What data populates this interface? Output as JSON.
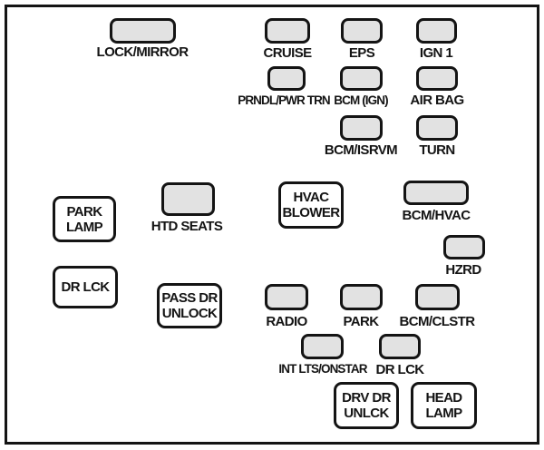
{
  "diagram_type": "fuse-box-diagram",
  "colors": {
    "background": "#ffffff",
    "line": "#141414",
    "fuse_fill": "#e2e2e2"
  },
  "fuses": [
    {
      "label": "LOCK/MIRROR"
    },
    {
      "label": "CRUISE"
    },
    {
      "label": "EPS"
    },
    {
      "label": "IGN 1"
    },
    {
      "label": "PRNDL/PWR TRN"
    },
    {
      "label": "BCM (IGN)"
    },
    {
      "label": "AIR BAG"
    },
    {
      "label": "BCM/ISRVM"
    },
    {
      "label": "TURN"
    },
    {
      "label": "HTD SEATS"
    },
    {
      "label": "BCM/HVAC"
    },
    {
      "label": "HZRD"
    },
    {
      "label": "RADIO"
    },
    {
      "label": "PARK"
    },
    {
      "label": "BCM/CLSTR"
    },
    {
      "label": "INT LTS/ONSTAR"
    },
    {
      "label": "DR LCK"
    }
  ],
  "relay_boxes": [
    {
      "lines": [
        "PARK",
        "LAMP"
      ]
    },
    {
      "lines": [
        "HVAC",
        "BLOWER"
      ]
    },
    {
      "lines": [
        "DR LCK"
      ]
    },
    {
      "lines": [
        "PASS DR",
        "UNLOCK"
      ]
    },
    {
      "lines": [
        "DRV DR",
        "UNLCK"
      ]
    },
    {
      "lines": [
        "HEAD",
        "LAMP"
      ]
    }
  ]
}
